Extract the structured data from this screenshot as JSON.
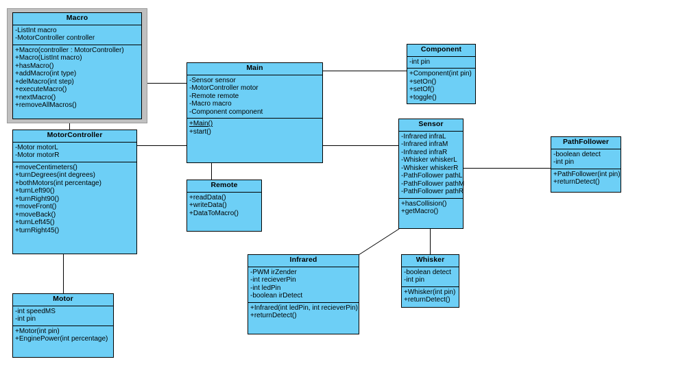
{
  "diagram": {
    "type": "uml-class-diagram",
    "background": "#ffffff",
    "class_fill": "#6dcff6",
    "class_border": "#000000",
    "selection_color": "#c0c0c0"
  },
  "classes": [
    {
      "key": "macro",
      "name": "Macro",
      "selected": true,
      "attributes": [
        "-ListInt macro",
        "-MotorController controller"
      ],
      "methods": [
        "+Macro(controller : MotorController)",
        "+Macro(ListInt macro)",
        "+hasMacro()",
        "+addMacro(int type)",
        "+delMacro(int step)",
        "+executeMacro()",
        "+nextMacro()",
        "+removeAllMacros()"
      ]
    },
    {
      "key": "motorcontroller",
      "name": "MotorController",
      "selected": false,
      "attributes": [
        "-Motor motorL",
        "-Motor motorR"
      ],
      "methods": [
        "+moveCentimeters()",
        "+turnDegrees(int degrees)",
        "+bothMotors(int percentage)",
        "+turnLeft90()",
        "+turnRight90()",
        "+moveFront()",
        "+moveBack()",
        "+turnLeft45()",
        "+turnRight45()"
      ]
    },
    {
      "key": "motor",
      "name": "Motor",
      "selected": false,
      "attributes": [
        "-int speedMS",
        "-int pin"
      ],
      "methods": [
        "+Motor(int pin)",
        "+EnginePower(int percentage)"
      ]
    },
    {
      "key": "main",
      "name": "Main",
      "selected": false,
      "attributes": [
        "-Sensor sensor",
        "-MotorController motor",
        "-Remote remote",
        "-Macro macro",
        "-Component component"
      ],
      "methods": [
        "+Main()",
        "+start()"
      ],
      "static_methods": [
        "+Main()"
      ]
    },
    {
      "key": "remote",
      "name": "Remote",
      "selected": false,
      "attributes": [],
      "methods": [
        "+readData()",
        "+writeData()",
        "+DataToMacro()"
      ]
    },
    {
      "key": "component",
      "name": "Component",
      "selected": false,
      "attributes": [
        "-int pin"
      ],
      "methods": [
        "+Component(int pin)",
        "+setOn()",
        "+setOf()",
        "+toggle()"
      ]
    },
    {
      "key": "sensor",
      "name": "Sensor",
      "selected": false,
      "attributes": [
        "-Infrared infraL",
        "-Infrared infraM",
        "-Infrared infraR",
        "-Whisker whiskerL",
        "-Whisker whiskerR",
        "-PathFollower pathL",
        "-PathFollower pathM",
        "-PathFollower pathR"
      ],
      "methods": [
        "+hasCollision()",
        "+getMacro()"
      ]
    },
    {
      "key": "pathfollower",
      "name": "PathFollower",
      "selected": false,
      "attributes": [
        "-boolean detect",
        "-int pin"
      ],
      "methods": [
        "+PathFollower(int pin)",
        "+returnDetect()"
      ]
    },
    {
      "key": "infrared",
      "name": "Infrared",
      "selected": false,
      "attributes": [
        "-PWM irZender",
        "-int recieverPin",
        "-int ledPin",
        "-boolean irDetect"
      ],
      "methods": [
        "+Infrared(int ledPin, int recieverPin)",
        "+returnDetect()"
      ]
    },
    {
      "key": "whisker",
      "name": "Whisker",
      "selected": false,
      "attributes": [
        "-boolean detect",
        "-int pin"
      ],
      "methods": [
        "+Whisker(int pin)",
        "+returnDetect()"
      ]
    }
  ],
  "associations": [
    {
      "from": "macro",
      "to": "main",
      "style": "orthogonal"
    },
    {
      "from": "macro",
      "to": "motorcontroller",
      "style": "vertical"
    },
    {
      "from": "motorcontroller",
      "to": "main",
      "style": "orthogonal"
    },
    {
      "from": "motorcontroller",
      "to": "motor",
      "style": "orthogonal"
    },
    {
      "from": "main",
      "to": "component",
      "style": "orthogonal"
    },
    {
      "from": "main",
      "to": "sensor",
      "style": "orthogonal"
    },
    {
      "from": "main",
      "to": "remote",
      "style": "vertical"
    },
    {
      "from": "sensor",
      "to": "pathfollower",
      "style": "horizontal"
    },
    {
      "from": "sensor",
      "to": "whisker",
      "style": "vertical"
    },
    {
      "from": "sensor",
      "to": "infrared",
      "style": "diagonal"
    }
  ]
}
